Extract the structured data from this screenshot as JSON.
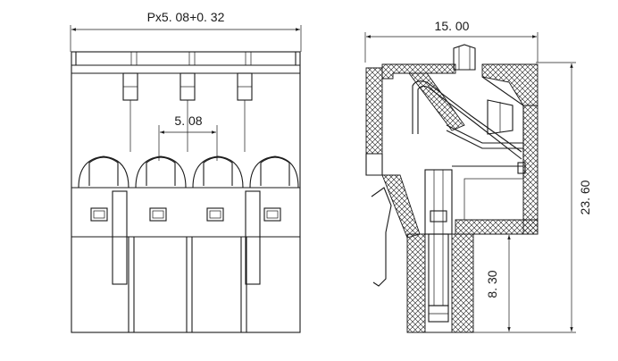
{
  "dimensions": {
    "front_total_width": "Px5. 08+0. 32",
    "front_pitch": "5. 08",
    "side_width": "15. 00",
    "side_height": "23. 60",
    "side_pin_height": "8. 30"
  },
  "colors": {
    "line": "#1a1a1a",
    "background": "#ffffff"
  }
}
